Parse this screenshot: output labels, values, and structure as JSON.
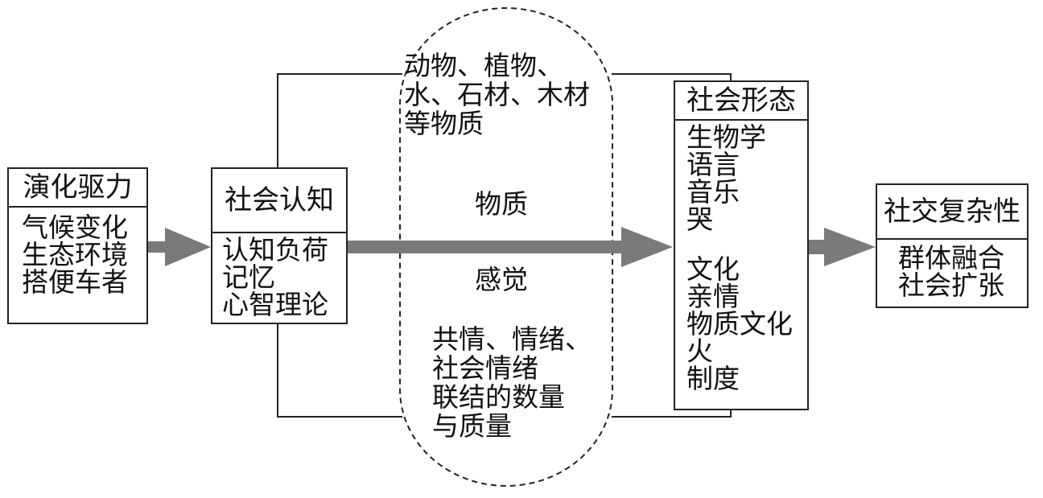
{
  "evolution_box": {
    "title": "演化驱力",
    "items": [
      "气候变化",
      "生态环境",
      "搭便车者"
    ]
  },
  "cognition_box": {
    "title": "社会认知",
    "items": [
      "认知负荷",
      "记忆",
      "心智理论"
    ]
  },
  "middle": {
    "material_examples": [
      "动物、植物、",
      "水、石材、木材",
      "等物质"
    ],
    "material_label": "物质",
    "feeling_label": "感觉",
    "feeling_examples": [
      "共情、情绪、",
      "社会情绪",
      "联结的数量",
      "与质量"
    ]
  },
  "social_form_box": {
    "title": "社会形态",
    "group1": [
      "生物学",
      "语言",
      "音乐",
      "哭"
    ],
    "group2": [
      "文化",
      "亲情",
      "物质文化",
      "火",
      "制度"
    ]
  },
  "complexity_box": {
    "title": "社交复杂性",
    "items": [
      "群体融合",
      "社会扩张"
    ]
  },
  "colors": {
    "arrow": "#7a7a7a",
    "line": "#222222",
    "dashed": "#222222"
  }
}
